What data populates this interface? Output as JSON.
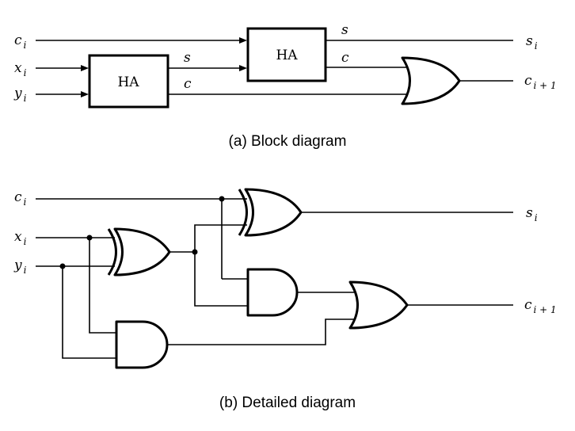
{
  "block": {
    "inputs": {
      "c": {
        "base": "c",
        "sub": "i"
      },
      "x": {
        "base": "x",
        "sub": "i"
      },
      "y": {
        "base": "y",
        "sub": "i"
      }
    },
    "ha1_label": "HA",
    "ha2_label": "HA",
    "ha1_s": "s",
    "ha1_c": "c",
    "ha2_s": "s",
    "ha2_c": "c",
    "out_s": {
      "base": "s",
      "sub": "i"
    },
    "out_c": {
      "base": "c",
      "sub": "i + 1"
    },
    "caption": "(a) Block diagram"
  },
  "detailed": {
    "inputs": {
      "c": {
        "base": "c",
        "sub": "i"
      },
      "x": {
        "base": "x",
        "sub": "i"
      },
      "y": {
        "base": "y",
        "sub": "i"
      }
    },
    "out_s": {
      "base": "s",
      "sub": "i"
    },
    "out_c": {
      "base": "c",
      "sub": "i + 1"
    },
    "caption": "(b) Detailed diagram"
  }
}
